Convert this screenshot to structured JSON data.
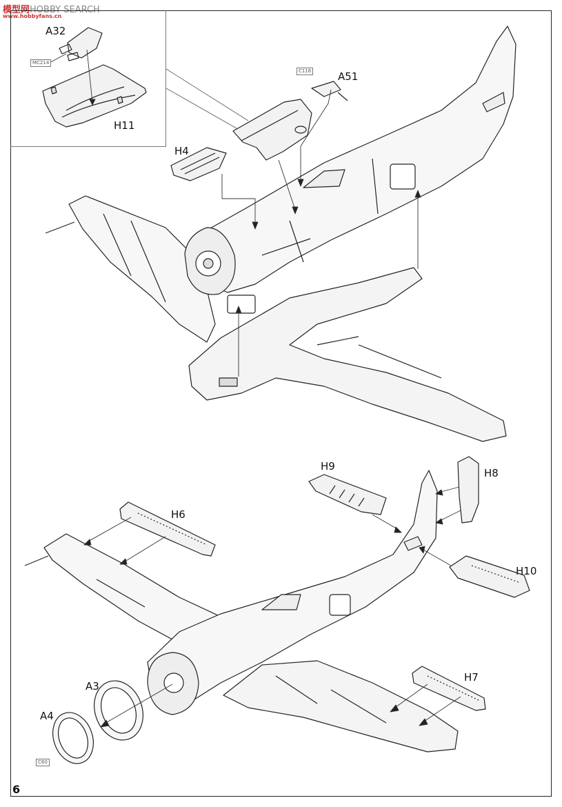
{
  "watermark": {
    "logo": "模型网",
    "text": "HOBBY SEARCH",
    "url": "www.hobbyfans.cn"
  },
  "page_number": "6",
  "parts": {
    "a32": "A32",
    "h11": "H11",
    "h4": "H4",
    "a51": "A51",
    "h9": "H9",
    "h8": "H8",
    "h6": "H6",
    "h10": "H10",
    "a3": "A3",
    "a4": "A4",
    "h7": "H7"
  },
  "paint_refs": {
    "mc214": "MC214",
    "c116": "C116",
    "c60": "C60"
  }
}
